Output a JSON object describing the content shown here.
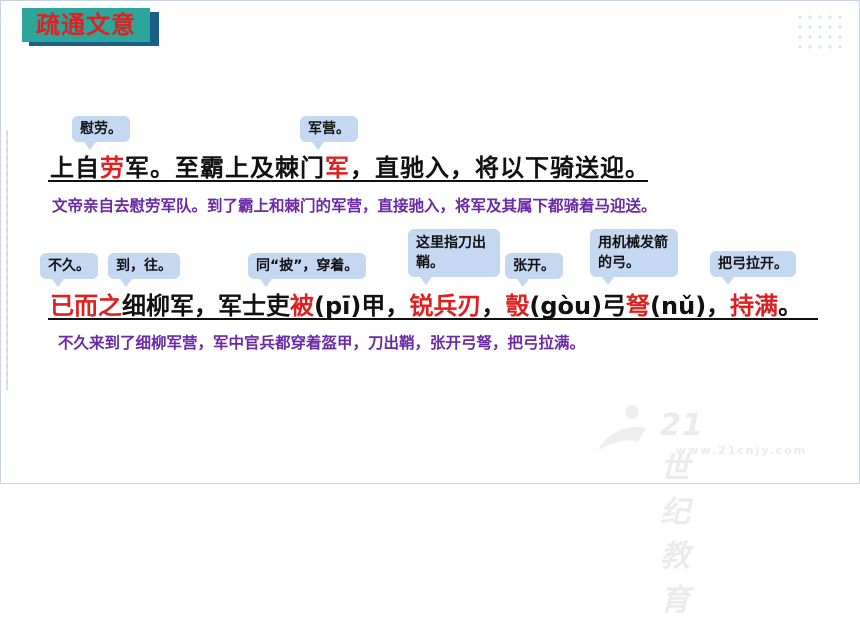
{
  "title": "疏通文意",
  "line1": {
    "segments": [
      {
        "text": "上自",
        "hl": false
      },
      {
        "text": "劳",
        "hl": true
      },
      {
        "text": "军。至霸上及棘门",
        "hl": false
      },
      {
        "text": "军",
        "hl": true
      },
      {
        "text": "，直驰入，将以下骑送迎。",
        "hl": false
      }
    ],
    "notes": [
      "慰劳。",
      "军营。"
    ],
    "translation": "文帝亲自去慰劳军队。到了霸上和棘门的军营，直接驰入，将军及其属下都骑着马迎送。"
  },
  "line2": {
    "segments": [
      {
        "text": "已而之",
        "hl": true
      },
      {
        "text": "细柳军，军士吏",
        "hl": false
      },
      {
        "text": "被",
        "hl": true
      },
      {
        "text": "(pī)甲，",
        "hl": false
      },
      {
        "text": "锐兵刃",
        "hl": true
      },
      {
        "text": "，",
        "hl": false
      },
      {
        "text": "彀",
        "hl": true
      },
      {
        "text": "(gòu)弓",
        "hl": false
      },
      {
        "text": "弩",
        "hl": true
      },
      {
        "text": "(nǔ)，",
        "hl": false
      },
      {
        "text": "持满",
        "hl": true
      },
      {
        "text": "。",
        "hl": false
      }
    ],
    "notes": [
      "不久。",
      "到，往。",
      "同“披”，穿着。",
      "这里指刀出鞘。",
      "张开。",
      "用机械发箭的弓。",
      "把弓拉开。"
    ],
    "translation": "不久来到了细柳军营，军中官兵都穿着盔甲，刀出鞘，张开弓弩，把弓拉满。"
  },
  "watermark": {
    "logo": "21世纪教育",
    "url": "www.21cnjy.com"
  },
  "colors": {
    "title_bg": "#2ea59a",
    "title_shadow": "#1b5e86",
    "title_text": "#e02020",
    "highlight": "#e02020",
    "translation": "#6a2aa6",
    "bubble": "#c5d8f2"
  }
}
